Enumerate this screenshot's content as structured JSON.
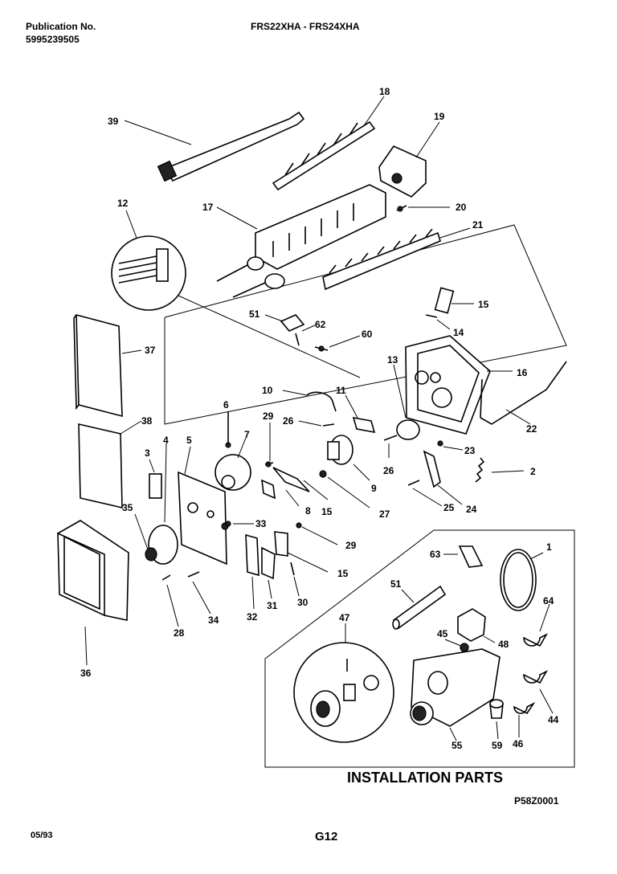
{
  "header": {
    "publication_label": "Publication No.",
    "publication_number": "5995239505",
    "model_numbers": "FRS22XHA - FRS24XHA"
  },
  "diagram": {
    "callouts": {
      "c1": "1",
      "c2": "2",
      "c3": "3",
      "c4": "4",
      "c5": "5",
      "c6": "6",
      "c7": "7",
      "c8": "8",
      "c9": "9",
      "c10": "10",
      "c11": "11",
      "c12": "12",
      "c13": "13",
      "c14": "14",
      "c15a": "15",
      "c15b": "15",
      "c15c": "15",
      "c16": "16",
      "c17": "17",
      "c18": "18",
      "c19": "19",
      "c20": "20",
      "c21": "21",
      "c22": "22",
      "c23": "23",
      "c24": "24",
      "c25": "25",
      "c26a": "26",
      "c26b": "26",
      "c27": "27",
      "c28": "28",
      "c29a": "29",
      "c29b": "29",
      "c30": "30",
      "c31": "31",
      "c32": "32",
      "c33": "33",
      "c34": "34",
      "c35": "35",
      "c36": "36",
      "c37": "37",
      "c38": "38",
      "c39": "39",
      "c44": "44",
      "c45": "45",
      "c46": "46",
      "c47": "47",
      "c48": "48",
      "c51a": "51",
      "c51b": "51",
      "c55": "55",
      "c59": "59",
      "c60": "60",
      "c62": "62",
      "c63": "63",
      "c64": "64"
    },
    "installation_title": "INSTALLATION PARTS",
    "drawing_code": "P58Z0001"
  },
  "footer": {
    "date": "05/93",
    "page_code": "G12"
  }
}
